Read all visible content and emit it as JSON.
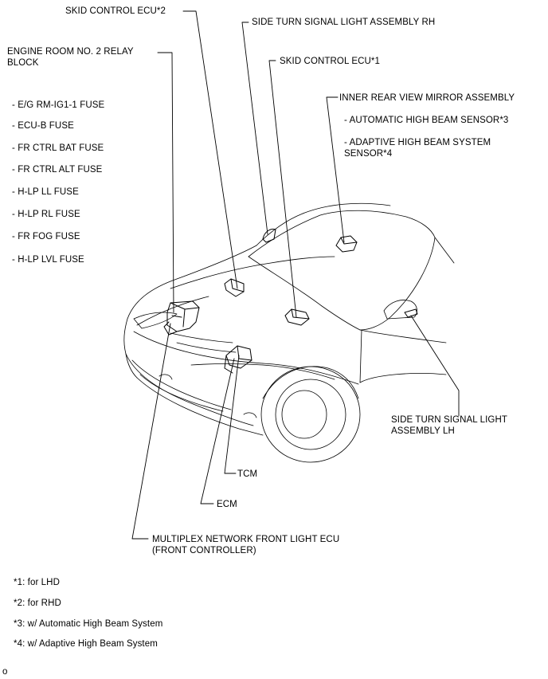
{
  "labels": {
    "skid_ecu_2": "SKID CONTROL ECU*2",
    "side_turn_rh": "SIDE TURN SIGNAL LIGHT ASSEMBLY RH",
    "relay_block_1": "ENGINE ROOM NO. 2 RELAY",
    "relay_block_2": "BLOCK",
    "skid_ecu_1": "SKID CONTROL ECU*1",
    "inner_mirror": "INNER REAR VIEW MIRROR ASSEMBLY",
    "auto_high_beam_sensor": "- AUTOMATIC HIGH BEAM SENSOR*3",
    "adaptive_sensor_1": "- ADAPTIVE HIGH BEAM SYSTEM",
    "adaptive_sensor_2": "SENSOR*4",
    "side_turn_lh_1": "SIDE TURN SIGNAL LIGHT",
    "side_turn_lh_2": "ASSEMBLY LH",
    "tcm": "TCM",
    "ecm": "ECM",
    "front_light_ecu_1": "MULTIPLEX NETWORK FRONT LIGHT ECU",
    "front_light_ecu_2": "(FRONT CONTROLLER)"
  },
  "fuses": [
    "- E/G RM-IG1-1 FUSE",
    "- ECU-B FUSE",
    "- FR CTRL BAT FUSE",
    "- FR CTRL ALT FUSE",
    "- H-LP LL FUSE",
    "- H-LP RL FUSE",
    "- FR FOG FUSE",
    "- H-LP LVL FUSE"
  ],
  "footnotes": [
    "*1: for LHD",
    "*2: for RHD",
    "*3: w/ Automatic High Beam System",
    "*4: w/ Adaptive High Beam System"
  ],
  "corner_code": "o"
}
